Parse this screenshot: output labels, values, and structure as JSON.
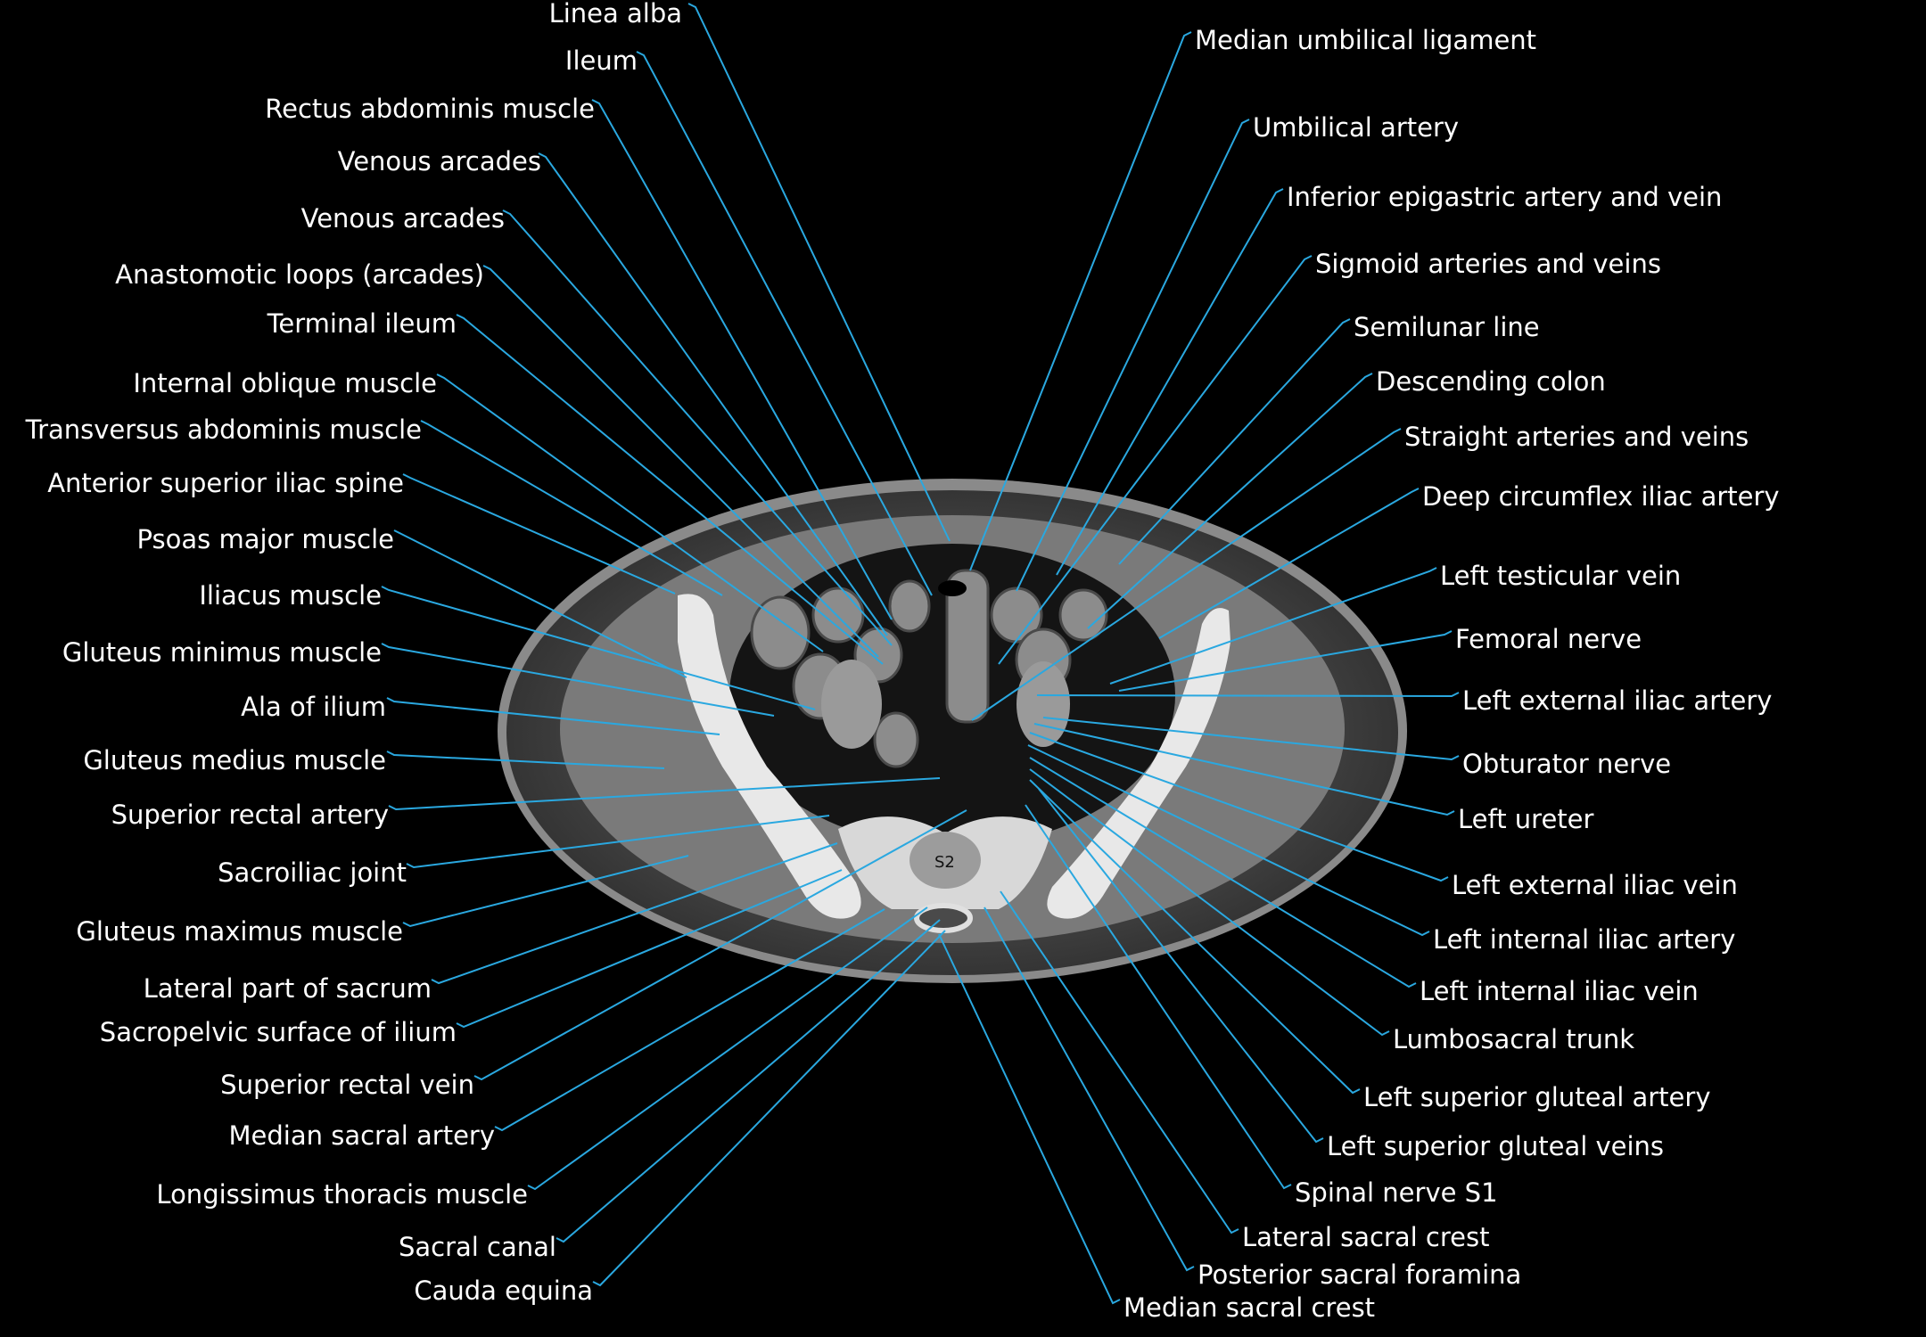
{
  "vertebra_label": "S2",
  "labels": {
    "left": [
      "Linea alba",
      "Ileum",
      "Rectus abdominis muscle",
      "Venous arcades",
      "Venous arcades",
      "Anastomotic loops (arcades)",
      "Terminal ileum",
      "Internal oblique muscle",
      "Transversus abdominis muscle",
      "Anterior superior iliac spine",
      "Psoas major muscle",
      "Iliacus muscle",
      "Gluteus minimus muscle",
      "Ala of ilium",
      "Gluteus medius muscle",
      "Superior rectal artery",
      "Sacroiliac joint",
      "Gluteus maximus muscle",
      "Lateral part of sacrum",
      "Sacropelvic surface of ilium",
      "Superior rectal vein",
      "Median sacral artery",
      "Longissimus thoracis muscle",
      "Sacral canal",
      "Cauda equina"
    ],
    "right": [
      "Median umbilical ligament",
      "Umbilical artery",
      "Inferior epigastric artery and vein",
      "Sigmoid  arteries and veins",
      "Semilunar line",
      "Descending colon",
      "Straight  arteries and veins",
      "Deep circumflex iliac artery",
      "Left testicular vein",
      "Femoral nerve",
      "Left external iliac artery",
      "Obturator nerve",
      "Left ureter",
      "Left external iliac vein",
      "Left internal iliac artery",
      "Left internal iliac vein",
      "Lumbosacral trunk",
      "Left superior gluteal artery",
      "Left superior gluteal veins",
      "Spinal nerve S1",
      "Lateral sacral crest",
      "Posterior sacral foramina",
      "Median sacral crest"
    ]
  },
  "colors": {
    "background": "#000000",
    "leader_line": "#2aa8e0",
    "label_text": "#ffffff"
  }
}
